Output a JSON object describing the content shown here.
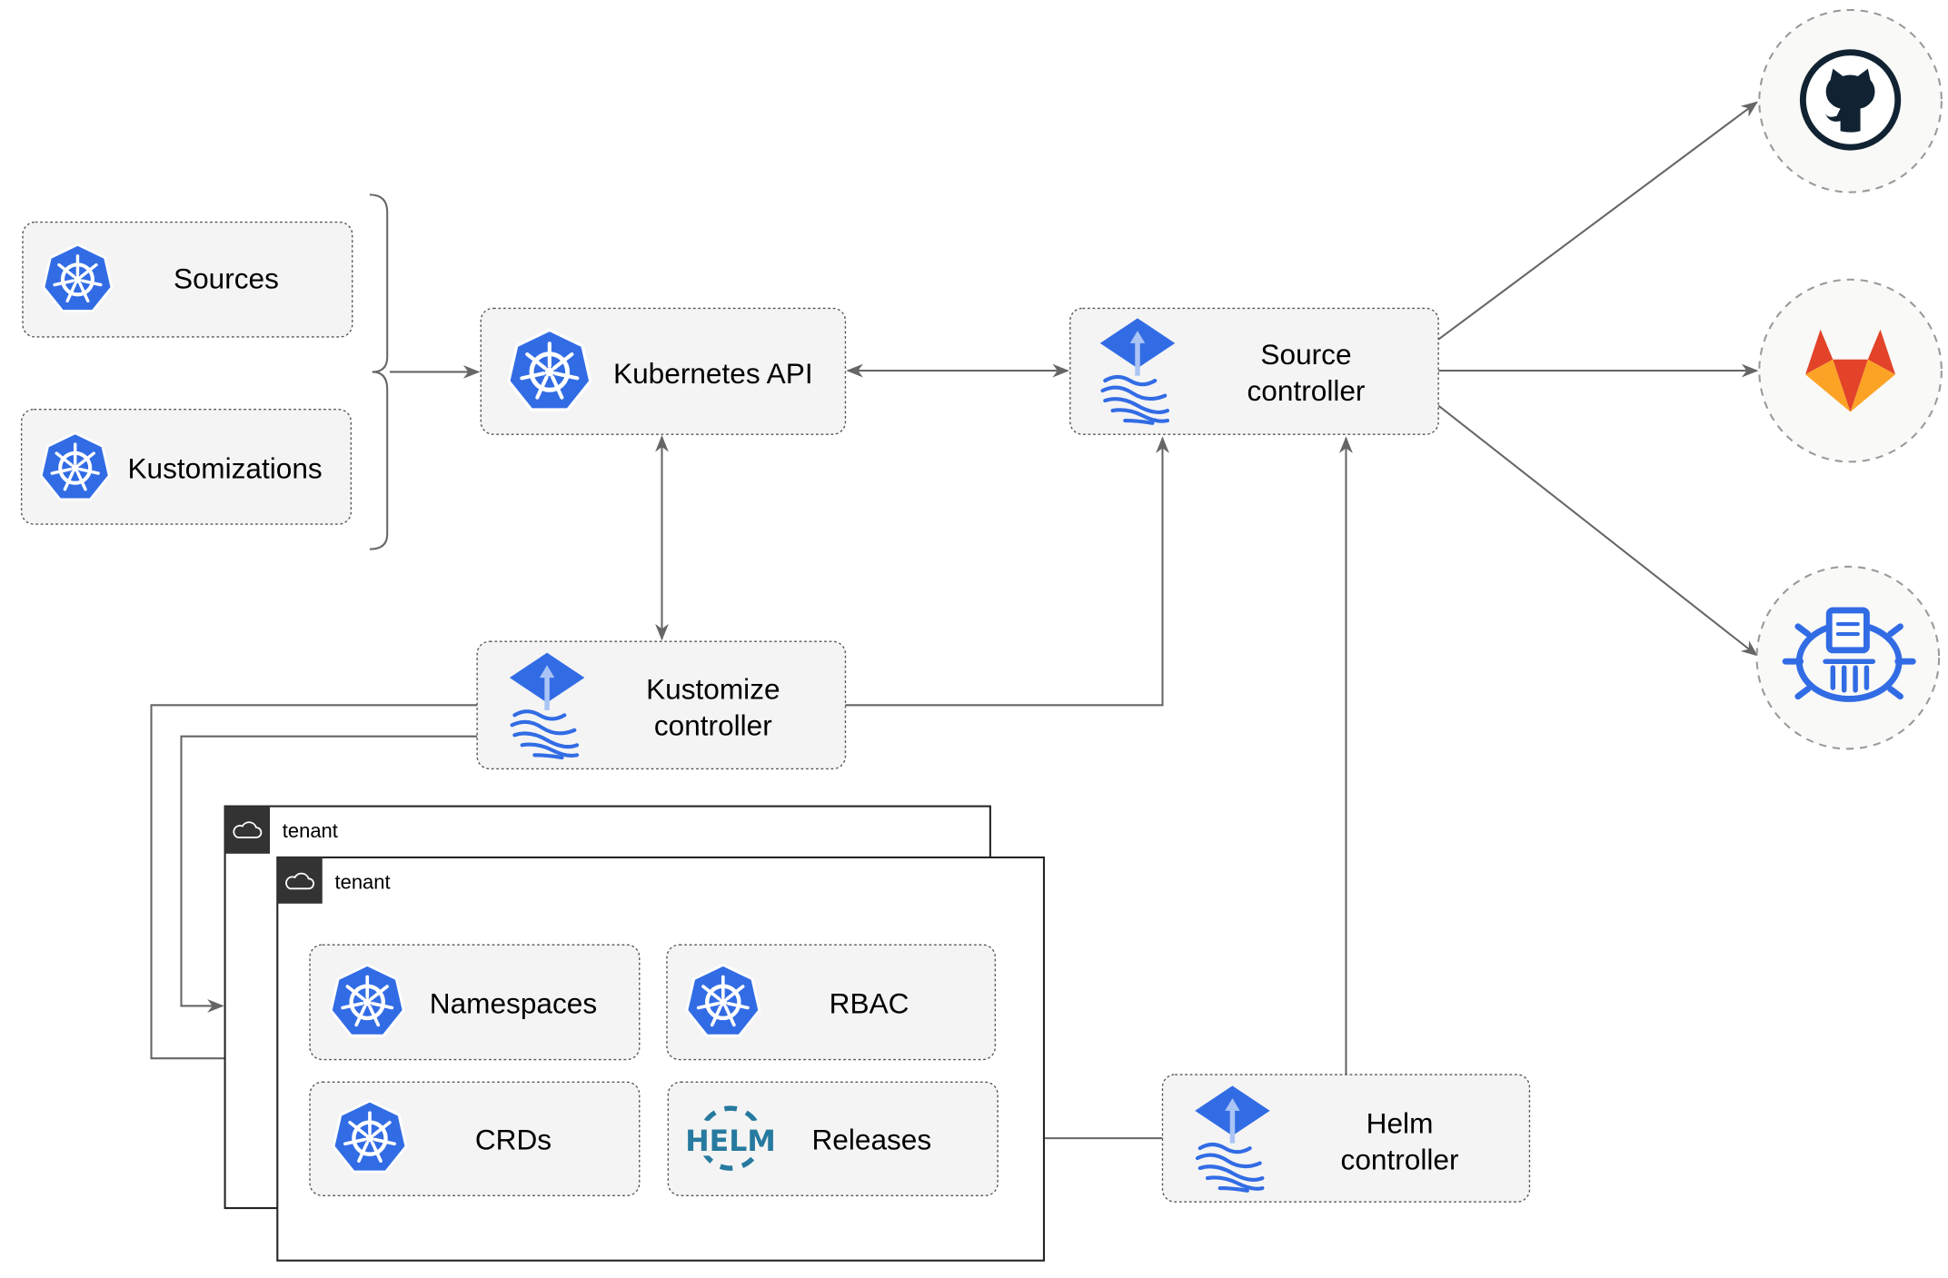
{
  "nodes": {
    "sources": "Sources",
    "kustomizations": "Kustomizations",
    "kubernetes_api": "Kubernetes API",
    "source_controller": [
      "Source",
      "controller"
    ],
    "kustomize_controller": [
      "Kustomize",
      "controller"
    ],
    "helm_controller": [
      "Helm",
      "controller"
    ],
    "namespaces": "Namespaces",
    "rbac": "RBAC",
    "crds": "CRDs",
    "releases": "Releases"
  },
  "tenants": [
    "tenant",
    "tenant"
  ],
  "helm_logo_text": "HELM",
  "external_sources": [
    "github-icon",
    "gitlab-icon",
    "bucket-icon"
  ],
  "colors": {
    "kubernetes": "#326ce5",
    "flux": "#326ce5",
    "github": "#112333",
    "gitlab_red": "#e24329",
    "gitlab_orange": "#fca326",
    "helm": "#277a9f"
  }
}
